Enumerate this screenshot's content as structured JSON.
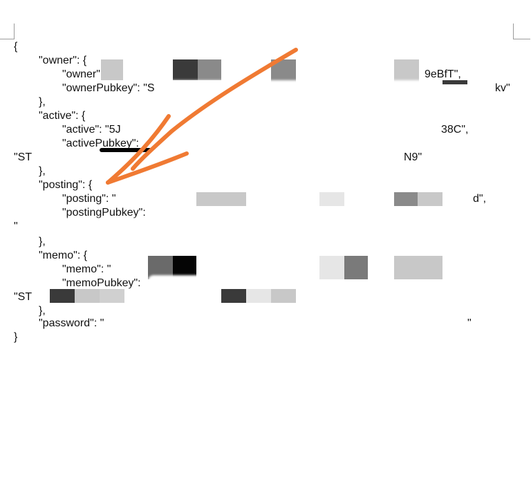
{
  "doc": {
    "lines": {
      "open_brace": "{",
      "owner_key": "\"owner\": {",
      "owner_owner_start": "\"owner\": \"",
      "owner_owner_end": "9eBfT\",",
      "owner_pubkey_start": "\"ownerPubkey\": \"S",
      "owner_pubkey_end": "kv\"",
      "owner_close": "},",
      "active_key": "\"active\": {",
      "active_active_start": "\"active\": \"5J",
      "active_active_end": "38C\",",
      "active_pubkey_label": "\"activePubkey\":",
      "active_pubkey_value_start": "\"ST",
      "active_pubkey_value_end": "N9\"",
      "active_close": "},",
      "posting_key": "\"posting\": {",
      "posting_posting_start": "\"posting\": \"",
      "posting_posting_end": "d\",",
      "posting_pubkey_label": "\"postingPubkey\":",
      "posting_pubkey_value_start": "\"",
      "posting_close": "},",
      "memo_key": "\"memo\": {",
      "memo_memo_start": "\"memo\": \"",
      "memo_pubkey_label": "\"memoPubkey\":",
      "memo_pubkey_value_start": "\"ST",
      "memo_close": "},",
      "password_start": "\"password\": \"",
      "password_end": "\"",
      "close_brace": "}"
    }
  },
  "colors": {
    "text": "#111111",
    "arrow": "#f07a33",
    "crop_mark": "#9a9a9a"
  }
}
